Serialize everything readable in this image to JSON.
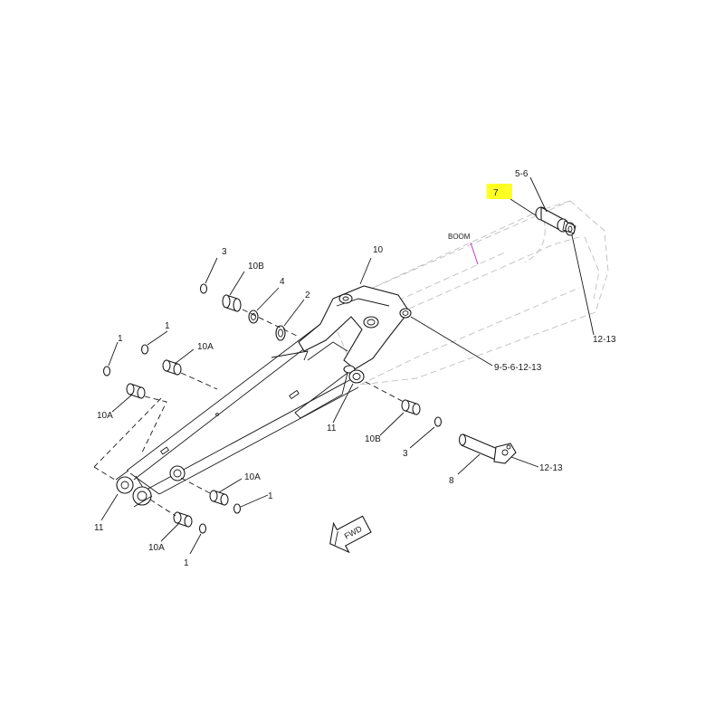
{
  "diagram": {
    "callouts": {
      "c_1_a": "1",
      "c_1_b": "1",
      "c_1_c": "1",
      "c_1_d": "1",
      "c_2": "2",
      "c_3_a": "3",
      "c_3_b": "3",
      "c_4": "4",
      "c_5_6": "5-6",
      "c_7": "7",
      "c_8": "8",
      "c_9": "9-5-6-12-13",
      "c_10": "10",
      "c_10a_a": "10A",
      "c_10a_b": "10A",
      "c_10a_c": "10A",
      "c_10a_d": "10A",
      "c_10b_a": "10B",
      "c_10b_b": "10B",
      "c_11_a": "11",
      "c_11_b": "11",
      "c_12_13_a": "12-13",
      "c_12_13_b": "12-13"
    },
    "boom_label": "BOOM",
    "fwd_label": "FWD",
    "highlight_color": "#ffff22",
    "boom_leader_color": "#cc33cc"
  }
}
